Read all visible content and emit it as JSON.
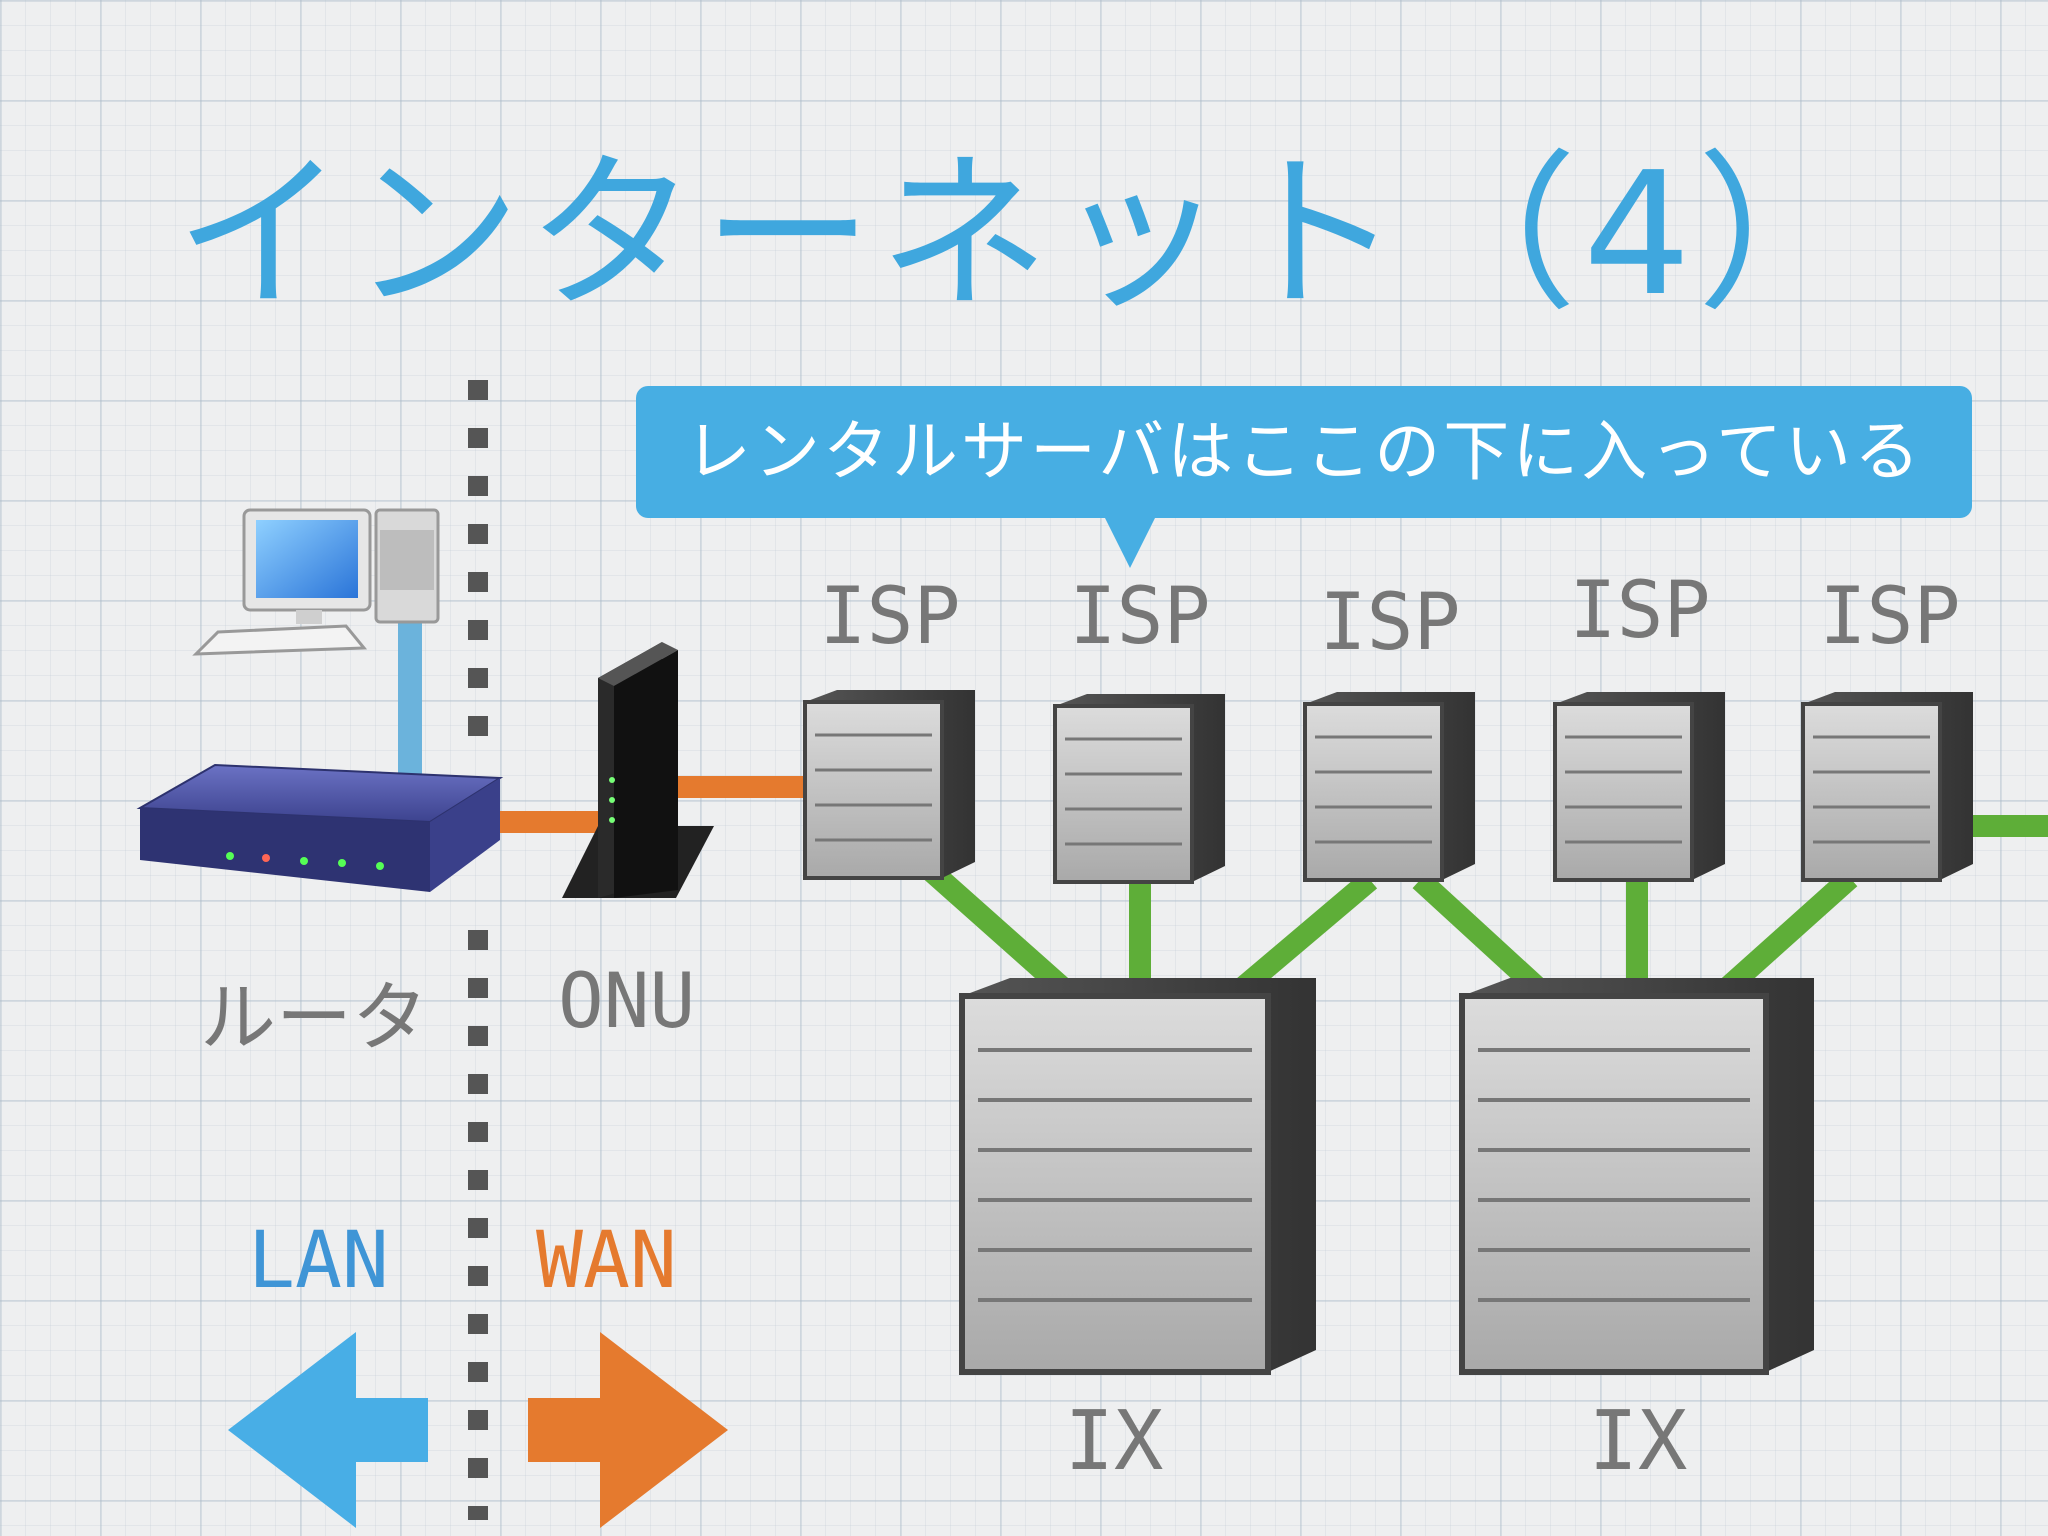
{
  "title": "インターネット（4）",
  "callout": "レンタルサーバはここの下に入っている",
  "isp_labels": [
    "ISP",
    "ISP",
    "ISP",
    "ISP",
    "ISP"
  ],
  "ix_labels": [
    "IX",
    "IX"
  ],
  "router_label": "ルータ",
  "onu_label": "ONU",
  "lan_label": "LAN",
  "wan_label": "WAN",
  "colors": {
    "title": "#3fa7de",
    "callout": "#47aee3",
    "lan": "#3f95d6",
    "wan": "#e57a2e",
    "wan_cable": "#e57a2e",
    "backbone": "#5eae38",
    "lan_cable": "#6bb3dc"
  }
}
